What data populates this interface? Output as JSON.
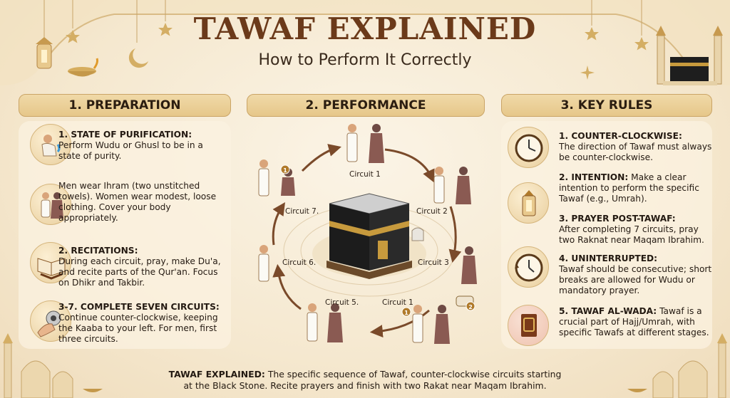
{
  "header": {
    "title": "TAWAF EXPLAINED",
    "subtitle": "How to Perform It Correctly"
  },
  "columns": {
    "preparation": "1. PREPARATION",
    "performance": "2. PERFORMANCE",
    "key_rules": "3. KEY RULES"
  },
  "preparation": {
    "items": [
      {
        "heading": "1. STATE OF PURIFICATION:",
        "text": "Perform Wudu or Ghusl to be in a state of purity.",
        "icon": "ablution-icon"
      },
      {
        "heading": "",
        "text": "Men wear Ihram (two unstitched towels). Women wear modest, loose clothing. Cover your body appropriately.",
        "icon": "pilgrims-icon"
      },
      {
        "heading": "2. RECITATIONS:",
        "text": "During each circuit, pray, make Du'a, and recite parts of the Qur'an. Focus on Dhikr and Takbir.",
        "icon": "quran-icon"
      },
      {
        "heading": "3-7. COMPLETE SEVEN CIRCUITS:",
        "text": "Continue counter-clockwise, keeping the Kaaba to your left. For men, first three circuits.",
        "icon": "counter-icon"
      }
    ]
  },
  "performance": {
    "circuits": [
      "Circuit 1",
      "Circuit 2",
      "Circuit 3",
      "Circuit 1",
      "Circuit 5.",
      "Circuit 6.",
      "Circuit 7."
    ],
    "badges": [
      "1",
      "1",
      "2"
    ]
  },
  "key_rules": {
    "items": [
      {
        "heading": "1. COUNTER-CLOCKWISE:",
        "text": "The direction of Tawaf must always be counter-clockwise.",
        "icon": "clock-icon"
      },
      {
        "heading": "2. INTENTION:",
        "text": "Make a clear intention to perform the specific Tawaf (e.g., Umrah).",
        "icon": "lantern-icon"
      },
      {
        "heading": "3. PRAYER POST-TAWAF:",
        "text": "After completing 7 circuits, pray two Raknat near Maqam Ibrahim.",
        "icon": ""
      },
      {
        "heading": "4. UNINTERRUPTED:",
        "text": "Tawaf should be consecutive; short breaks are allowed for Wudu or mandatory prayer.",
        "icon": "history-clock-icon"
      },
      {
        "heading": "5. TAWAF AL-WADA:",
        "text": "Tawaf is a crucial part of Hajj/Umrah, with specific Tawafs at different stages.",
        "icon": "book-icon"
      }
    ]
  },
  "footer": {
    "heading": "TAWAF EXPLAINED:",
    "line1": "The specific sequence of Tawaf, counter-clockwise circuits starting",
    "line2": "at the Black Stone. Recite prayers and finish with two Rakat near Maqam Ibrahim."
  },
  "colors": {
    "title": "#6b3a1a",
    "header_bg": "#e6c78a",
    "arrow": "#7a4a2a",
    "kaaba_black": "#1c1c1c",
    "kaaba_gold": "#c79a3d"
  }
}
